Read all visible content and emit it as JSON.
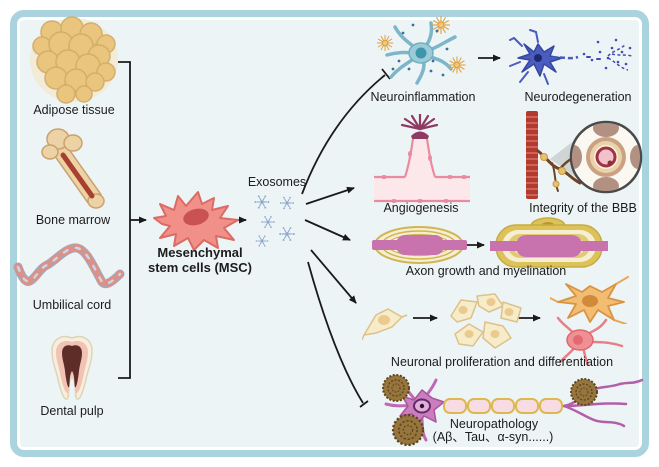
{
  "panel": {
    "background": "#edf4f6",
    "border_color": "#a9d3dd",
    "outer_background": "#ffffff"
  },
  "colors": {
    "text": "#1c1c1c",
    "arrow": "#1a1a1a",
    "msc_cell": "#f19089",
    "exosome": "#8fa8cc",
    "microglia_teal": "#8ec5d2",
    "plaque_orange": "#f2c870",
    "degenerating_neuron_blue": "#4a5cc0",
    "vessel_pink": "#fce8ea",
    "vessel_edge_pink": "#e98ba0",
    "bbb_vessel_red": "#b23a2e",
    "myelin_gold": "#dcc25a",
    "axon_magenta": "#c973ae",
    "progenitor_cream": "#f7ecca",
    "astrocyte_orange": "#f2bc72",
    "neuron_pink": "#ef9094",
    "pathology_neuron_purple": "#cb7dbd",
    "amyloid_plaque_brown": "#8a6b35"
  },
  "sources": {
    "items": [
      {
        "label": "Adipose tissue",
        "icon": "adipose-tissue-icon"
      },
      {
        "label": "Bone marrow",
        "icon": "bone-icon"
      },
      {
        "label": "Umbilical cord",
        "icon": "umbilical-cord-icon"
      },
      {
        "label": "Dental pulp",
        "icon": "tooth-icon"
      }
    ]
  },
  "center": {
    "msc_label_line1": "Mesenchymal",
    "msc_label_line2": "stem cells (MSC)",
    "exosomes_label": "Exosomes"
  },
  "effects": {
    "neuroinflammation": {
      "label": "Neuroinflammation",
      "link_from_exosomes": "inhibition-t-bar"
    },
    "neurodegeneration": {
      "label": "Neurodegeneration",
      "link": "arrow-from-neuroinflammation"
    },
    "angiogenesis": {
      "label": "Angiogenesis",
      "link_from_exosomes": "arrow"
    },
    "bbb": {
      "label": "Integrity of the BBB"
    },
    "axon": {
      "label": "Axon growth and myelination",
      "link_from_exosomes": "arrow"
    },
    "proliferation": {
      "label": "Neuronal proliferation and differentiation",
      "link_from_exosomes": "arrow"
    },
    "neuropathology": {
      "label": "Neuropathology",
      "sublabel": "(Aβ、Tau、α-syn......)",
      "link_from_exosomes": "inhibition-t-bar"
    }
  }
}
